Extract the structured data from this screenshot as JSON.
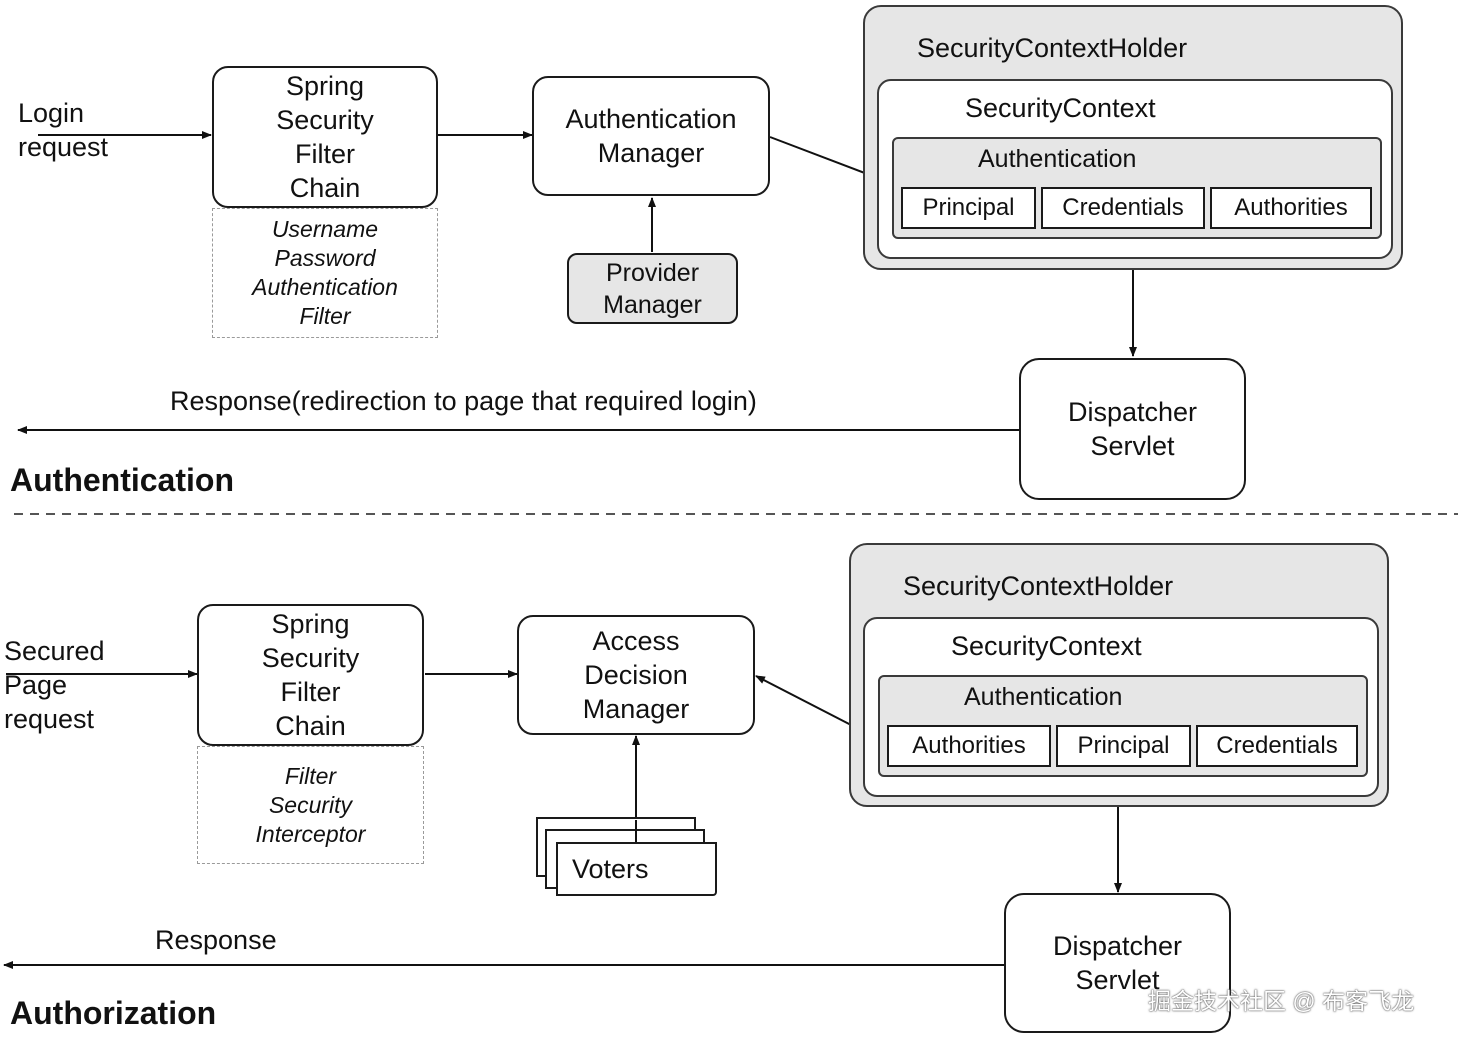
{
  "authentication": {
    "section_title": "Authentication",
    "input_label": "Login\nrequest",
    "filter_chain": "Spring\nSecurity\nFilter\nChain",
    "filter": "Username\nPassword\nAuthentication\nFilter",
    "manager": "Authentication\nManager",
    "provider": "Provider\nManager",
    "holder": "SecurityContextHolder",
    "context": "SecurityContext",
    "authentication": "Authentication",
    "cells": [
      "Principal",
      "Credentials",
      "Authorities"
    ],
    "dispatcher": "Dispatcher\nServlet",
    "response": "Response(redirection to page that required login)"
  },
  "authorization": {
    "section_title": "Authorization",
    "input_label": "Secured\nPage\nrequest",
    "filter_chain": "Spring\nSecurity\nFilter\nChain",
    "filter": "Filter\nSecurity\nInterceptor",
    "manager": "Access\nDecision\nManager",
    "voters": "Voters",
    "holder": "SecurityContextHolder",
    "context": "SecurityContext",
    "authentication": "Authentication",
    "cells": [
      "Authorities",
      "Principal",
      "Credentials"
    ],
    "dispatcher": "Dispatcher\nServlet",
    "response": "Response"
  },
  "watermark": "掘金技术社区 @ 布客飞龙"
}
